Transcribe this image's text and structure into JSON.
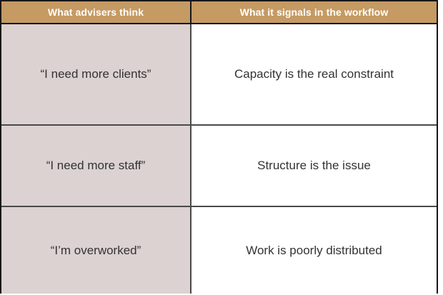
{
  "table": {
    "headers": [
      {
        "label": "What advisers think"
      },
      {
        "label": "What it signals in the workflow"
      }
    ],
    "rows": [
      {
        "think": "“I need more clients”",
        "signal": "Capacity is the real constraint"
      },
      {
        "think": "“I need more staff”",
        "signal": "Structure is the issue"
      },
      {
        "think": "“I’m overworked”",
        "signal": "Work is poorly distributed"
      }
    ],
    "colors": {
      "header_bg": "#c59a63",
      "header_text": "#ffffff",
      "left_cell_bg": "#dbd2d1",
      "right_cell_bg": "#ffffff",
      "body_text": "#333333",
      "outer_border": "#171717",
      "inner_border": "#4a4a4a"
    }
  }
}
